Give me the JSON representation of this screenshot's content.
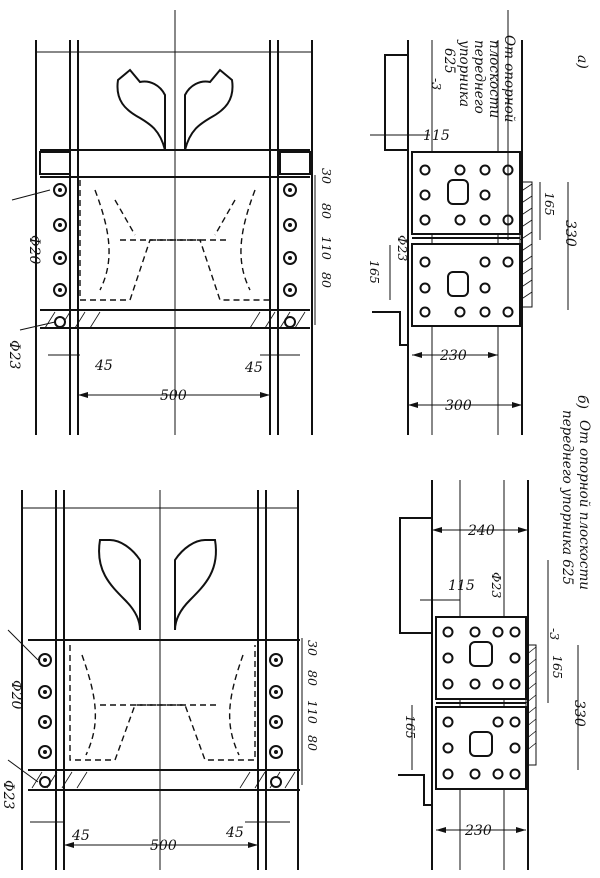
{
  "figure": {
    "panel_a_marker": "а)",
    "panel_b_marker": "б)",
    "panel_a_note": [
      "От опорной",
      "плоскости",
      "переднего",
      "упорника",
      "625",
      "-3"
    ],
    "panel_b_note": [
      "От опорной плоскости",
      "переднего упорника 625",
      "-3"
    ]
  },
  "top_left": {
    "dia_bolt": "Ф20",
    "dia_hole": "Ф23",
    "dim_45_left": "45",
    "dim_45_right": "45",
    "dim_500": "500",
    "dim_30": "30",
    "dim_80_a": "80",
    "dim_110": "110",
    "dim_80_b": "80"
  },
  "top_right": {
    "dim_115": "115",
    "dim_165_right": "165",
    "dim_330": "330",
    "dia_hole": "Ф23",
    "dim_165_left": "165",
    "dim_230": "230",
    "dim_300": "300"
  },
  "bottom_left": {
    "dia_bolt": "Ф20",
    "dia_hole": "Ф23",
    "dim_45_left": "45",
    "dim_45_right": "45",
    "dim_500": "500",
    "dim_30": "30",
    "dim_80_a": "80",
    "dim_110": "110",
    "dim_80_b": "80"
  },
  "bottom_right": {
    "dim_240": "240",
    "dim_115": "115",
    "dia_hole": "Ф23",
    "dim_165_right": "165",
    "dim_330": "330",
    "dim_165_left": "165",
    "dim_230": "230"
  }
}
